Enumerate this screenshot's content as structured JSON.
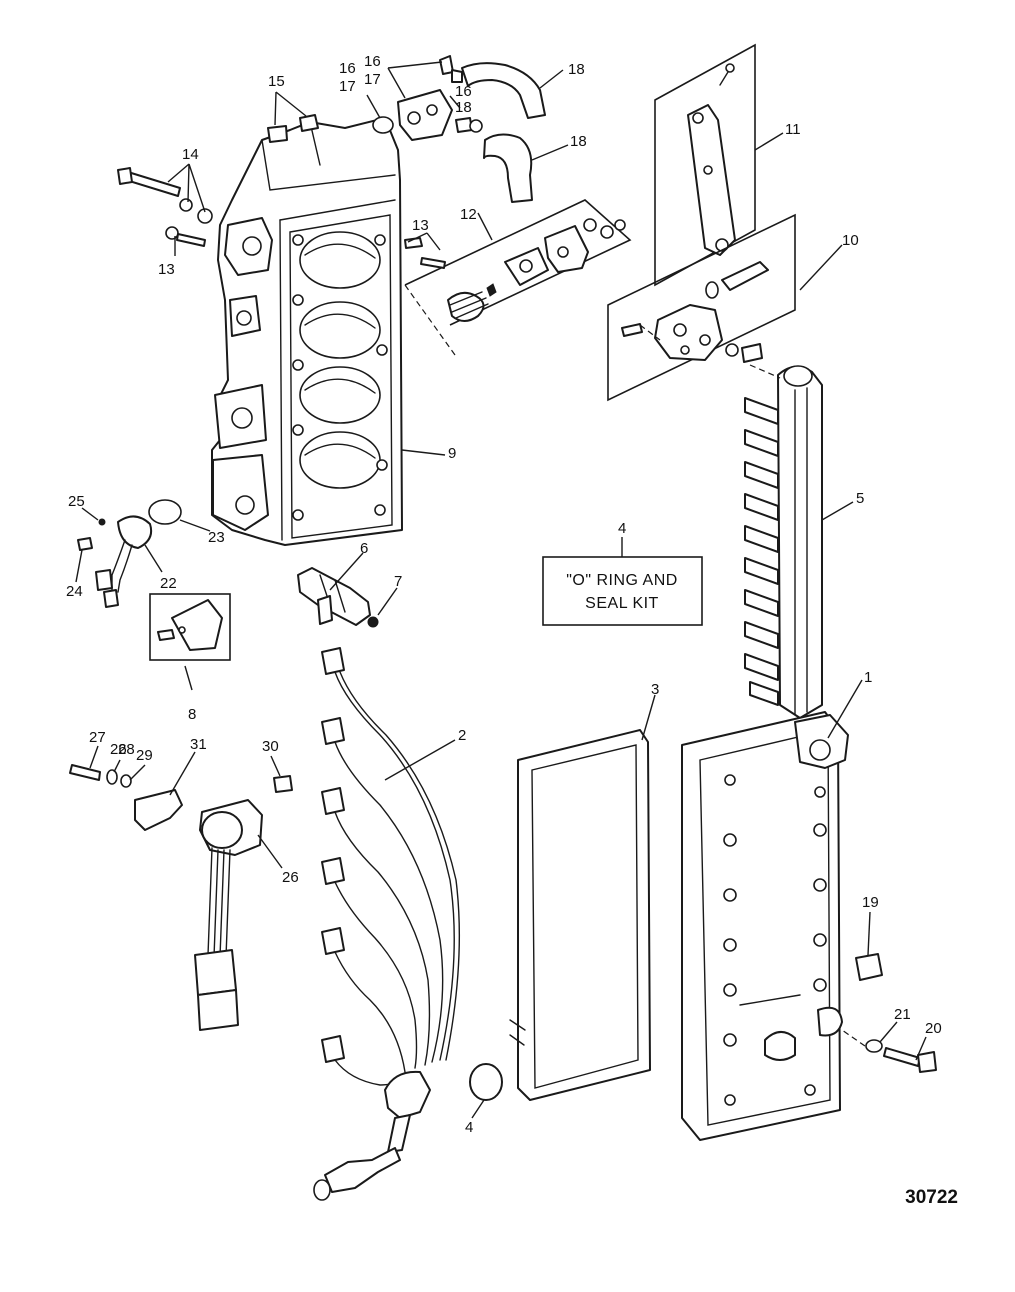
{
  "callouts": {
    "c1": "1",
    "c2": "2",
    "c3": "3",
    "c4a": "4",
    "c4b": "4",
    "c5": "5",
    "c6": "6",
    "c7": "7",
    "c8": "8",
    "c9": "9",
    "c10": "10",
    "c11": "11",
    "c12": "12",
    "c13a": "13",
    "c13b": "13",
    "c14": "14",
    "c15": "15",
    "c16a": "16",
    "c17a": "17",
    "c16b": "16",
    "c17b": "17",
    "c16c": "16",
    "c18a": "18",
    "c18b": "18",
    "c18c": "18",
    "c19": "19",
    "c20": "20",
    "c21": "21",
    "c22": "22",
    "c23": "23",
    "c24": "24",
    "c25": "25",
    "c26a": "26",
    "c26b": "26",
    "c27": "27",
    "c28": "28",
    "c29": "29",
    "c30": "30",
    "c31": "31"
  },
  "kit": {
    "line1": "\"O\" RING AND",
    "line2": "SEAL KIT"
  },
  "figure_number": "30722"
}
